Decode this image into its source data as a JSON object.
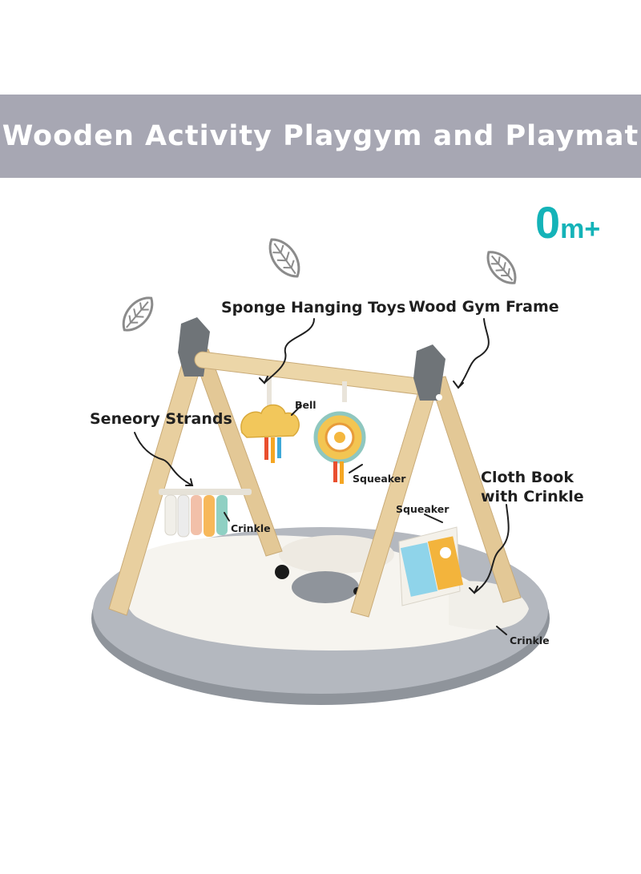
{
  "banner": {
    "title": "Wooden Activity Playgym and Playmat"
  },
  "age_badge": {
    "number": "0",
    "suffix": "m+"
  },
  "callouts": {
    "sponge_toys": "Sponge Hanging Toys",
    "wood_frame": "Wood Gym Frame",
    "sensory_strands": "Seneory Strands",
    "cloth_book_line1": "Cloth Book",
    "cloth_book_line2": "with Crinkle",
    "bell": "Bell",
    "squeaker_hanging": "Squeaker",
    "squeaker_book": "Squeaker",
    "crinkle_strands": "Crinkle",
    "crinkle_mat": "Crinkle"
  },
  "colors": {
    "banner_bg": "#a7a7b3",
    "accent_teal": "#14b3b8",
    "wood": "#e8cf9f",
    "frame_cap": "#6f7478",
    "mat_gray": "#a9adb4",
    "leaf_gray": "#8b8b8b"
  },
  "icons": [
    "leaf-icon",
    "leaf-icon",
    "leaf-icon"
  ]
}
